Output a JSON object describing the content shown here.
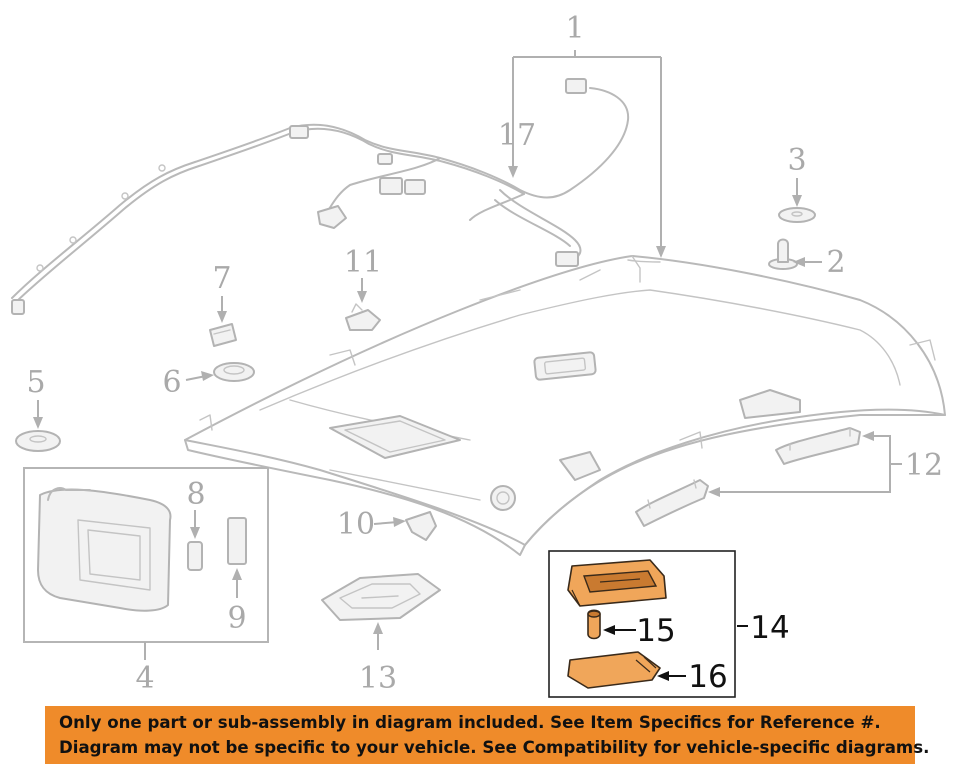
{
  "callouts": {
    "n1": "1",
    "n2": "2",
    "n3": "3",
    "n4": "4",
    "n5": "5",
    "n6": "6",
    "n7": "7",
    "n8": "8",
    "n9": "9",
    "n10": "10",
    "n11": "11",
    "n12": "12",
    "n13": "13",
    "n14": "14",
    "n15": "15",
    "n16": "16",
    "n17": "17"
  },
  "highlight_color": "#f0a65a",
  "banner": {
    "line1": "Only one part or sub-assembly in diagram included. See Item Specifics for Reference #.",
    "line2": "Diagram may not be specific to your vehicle. See Compatibility for vehicle-specific diagrams.",
    "background": "#ef8b2a"
  }
}
